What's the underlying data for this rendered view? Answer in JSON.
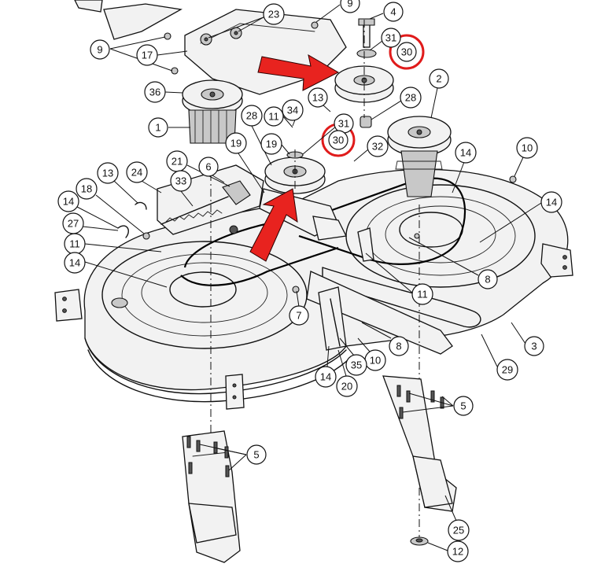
{
  "colors": {
    "line": "#111111",
    "highlight": "#e01b1b",
    "arrow": "#e8231f",
    "background": "#ffffff"
  },
  "callouts": [
    {
      "id": "c-9a",
      "label": "9"
    },
    {
      "id": "c-4",
      "label": "4"
    },
    {
      "id": "c-23",
      "label": "23"
    },
    {
      "id": "c-9b",
      "label": "9"
    },
    {
      "id": "c-17",
      "label": "17"
    },
    {
      "id": "c-31a",
      "label": "31"
    },
    {
      "id": "c-30a",
      "label": "30"
    },
    {
      "id": "c-2",
      "label": "2"
    },
    {
      "id": "c-36",
      "label": "36"
    },
    {
      "id": "c-13a",
      "label": "13"
    },
    {
      "id": "c-28a",
      "label": "28"
    },
    {
      "id": "c-34",
      "label": "34"
    },
    {
      "id": "c-11a",
      "label": "11"
    },
    {
      "id": "c-31b",
      "label": "31"
    },
    {
      "id": "c-30b",
      "label": "30"
    },
    {
      "id": "c-1",
      "label": "1"
    },
    {
      "id": "c-28b",
      "label": "28"
    },
    {
      "id": "c-19a",
      "label": "19"
    },
    {
      "id": "c-19b",
      "label": "19"
    },
    {
      "id": "c-32",
      "label": "32"
    },
    {
      "id": "c-14a",
      "label": "14"
    },
    {
      "id": "c-10a",
      "label": "10"
    },
    {
      "id": "c-21",
      "label": "21"
    },
    {
      "id": "c-6",
      "label": "6"
    },
    {
      "id": "c-13b",
      "label": "13"
    },
    {
      "id": "c-24",
      "label": "24"
    },
    {
      "id": "c-33",
      "label": "33"
    },
    {
      "id": "c-18",
      "label": "18"
    },
    {
      "id": "c-14b",
      "label": "14"
    },
    {
      "id": "c-14c",
      "label": "14"
    },
    {
      "id": "c-27",
      "label": "27"
    },
    {
      "id": "c-11b",
      "label": "11"
    },
    {
      "id": "c-14d",
      "label": "14"
    },
    {
      "id": "c-8a",
      "label": "8"
    },
    {
      "id": "c-11c",
      "label": "11"
    },
    {
      "id": "c-7",
      "label": "7"
    },
    {
      "id": "c-8b",
      "label": "8"
    },
    {
      "id": "c-3",
      "label": "3"
    },
    {
      "id": "c-10b",
      "label": "10"
    },
    {
      "id": "c-35",
      "label": "35"
    },
    {
      "id": "c-14e",
      "label": "14"
    },
    {
      "id": "c-20",
      "label": "20"
    },
    {
      "id": "c-29",
      "label": "29"
    },
    {
      "id": "c-5a",
      "label": "5"
    },
    {
      "id": "c-5b",
      "label": "5"
    },
    {
      "id": "c-25",
      "label": "25"
    },
    {
      "id": "c-12",
      "label": "12"
    }
  ]
}
